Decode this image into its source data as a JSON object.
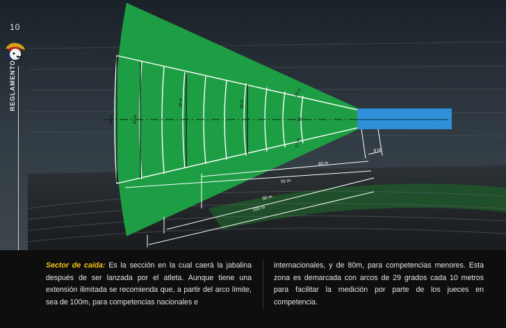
{
  "page": {
    "number": "10",
    "section": "REGLAMENTO"
  },
  "colors": {
    "field_green": "#1e9e44",
    "runway_blue": "#2f8fd8",
    "lead_yellow": "#f5c518",
    "text": "#e6e6e6"
  },
  "diagram": {
    "width_labels": [
      "54 m",
      "47 m",
      "39 m",
      "29 m",
      "20 m",
      "17 m"
    ],
    "angle_label": "29°",
    "distance_labels": [
      "8 m",
      "40 m",
      "70 m",
      "90 m",
      "100 m"
    ]
  },
  "body": {
    "lead": "Sector de caída:",
    "col1": " Es la sección en la cual caerá la jabalina después de ser lanzada por el atleta. Aunque tiene una extensión ilimitada se recomienda que, a partir del arco límite, sea de 100m, para competencias nacionales e",
    "col2": "internacionales, y de 80m, para competencias menores. Esta zona es demarcada con arcos de 29 grados cada 10 metros para facilitar la medición por parte de los jueces en competencia."
  }
}
